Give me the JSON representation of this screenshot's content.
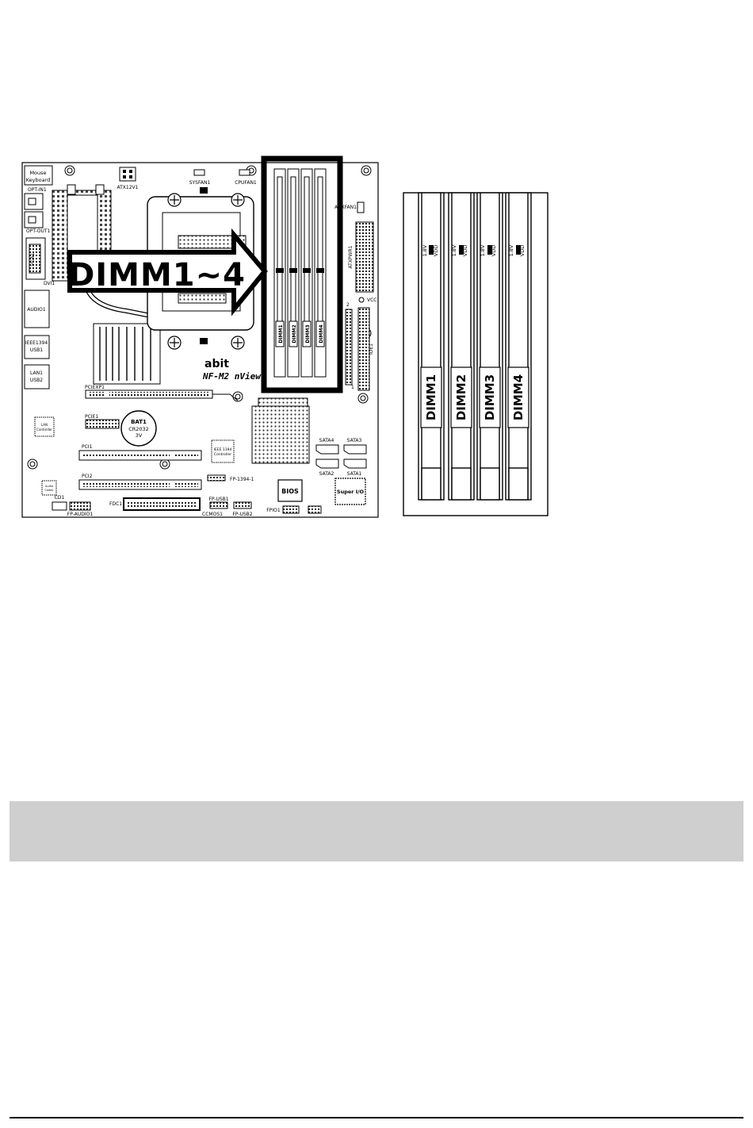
{
  "board": {
    "ports": {
      "mouse_keyboard": [
        "Mouse",
        "Keyboard"
      ],
      "opt_in": "OPT-IN1",
      "opt_out": "OPT-OUT1",
      "vga": "VGA1",
      "dvi": "DVI1",
      "audio": "AUDIO1",
      "ieee_usb": [
        "IEEE1394",
        "USB1"
      ],
      "lan_usb": [
        "LAN1",
        "USB2"
      ]
    },
    "headers": {
      "atx12v": "ATX12V1",
      "sysfan": "SYSFAN1",
      "cpufan": "CPUFAN1",
      "auxfan": "AUXFAN1",
      "atxpwr": "ATXPWR1",
      "vcc": "VCC",
      "ide": "IDE1",
      "pin_2": "2",
      "pin_1": "1"
    },
    "brand": "abit",
    "model": "NF-M2 nView",
    "slots": {
      "pciexp1": "PCIEXP1",
      "pcie1": "PCIE1",
      "pci1": "PCI1",
      "pci2": "PCI2"
    },
    "battery": [
      "BAT1",
      "CR2032",
      "3V"
    ],
    "chips": {
      "lan": [
        "LAN",
        "Controller"
      ],
      "ieee": [
        "IEEE 1394",
        "Controller"
      ],
      "audio_codec": [
        "Audio",
        "Codec"
      ],
      "bios": "BIOS",
      "super_io": "Super I/O"
    },
    "sata": [
      "SATA4",
      "SATA3",
      "SATA2",
      "SATA1"
    ],
    "bottom": {
      "cd": "CD1",
      "fp_audio": "FP-AUDIO1",
      "fdc": "FDC1",
      "fp_usb1": "FP-USB1",
      "ccmos": "CCMOS1",
      "fp_usb2": "FP-USB2",
      "fp1394": "FP-1394-1",
      "fpio": "FPIO1"
    },
    "dimm_labels": [
      "DIMM1",
      "DIMM2",
      "DIMM3",
      "DIMM4"
    ],
    "callout": "DIMM1~4"
  },
  "detail": {
    "dimm_labels": [
      "DIMM1",
      "DIMM2",
      "DIMM3",
      "DIMM4"
    ],
    "voltage": "1.8V",
    "vdd": "VDD"
  }
}
